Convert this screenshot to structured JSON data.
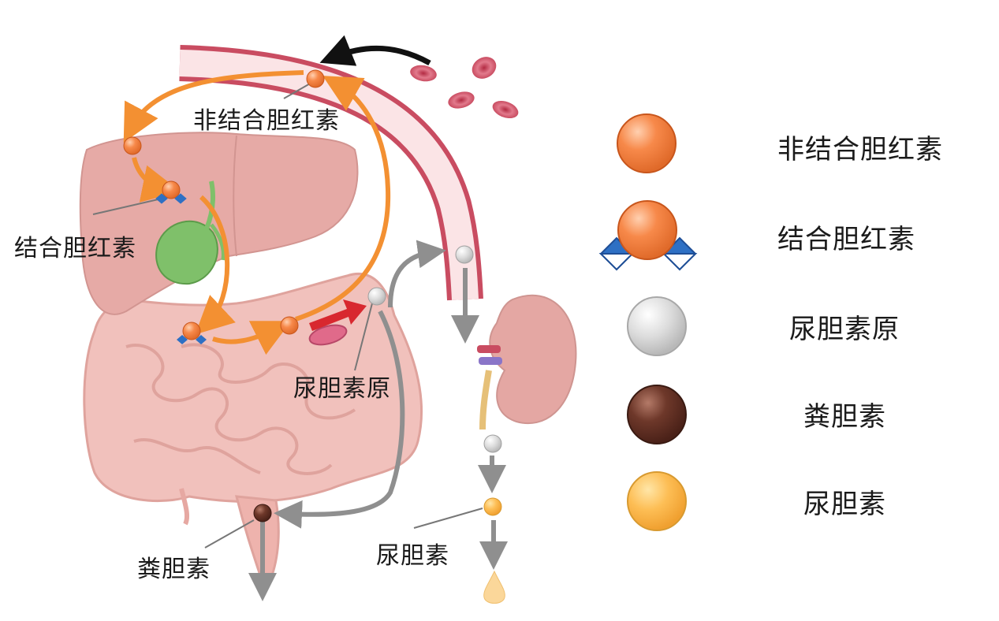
{
  "labels": {
    "unconjugated": "非结合胆红素",
    "conjugated": "结合胆红素",
    "urobilinogen": "尿胆素原",
    "stercobilin": "粪胆素",
    "urobilin": "尿胆素"
  },
  "legend": [
    {
      "label": "非结合胆红素",
      "color": "#f58a4a",
      "icon": "orange-sphere-icon"
    },
    {
      "label": "结合胆红素",
      "color": "#f58a4a",
      "icon": "orange-sphere-conjugated-icon"
    },
    {
      "label": "尿胆素原",
      "color": "#d8d8d8",
      "icon": "gray-sphere-icon"
    },
    {
      "label": "粪胆素",
      "color": "#6b3427",
      "icon": "brown-sphere-icon"
    },
    {
      "label": "尿胆素",
      "color": "#fdbd55",
      "icon": "yellow-sphere-icon"
    }
  ],
  "colors": {
    "vessel_wall": "#c94c61",
    "vessel_lumen": "#fbe4e6",
    "organ": "#e8a8a3",
    "orange_arrow": "#f39032",
    "gray_arrow": "#8f8f8f",
    "red_arrow": "#d8282f",
    "gallbladder": "#7fc06a",
    "blue_tag": "#2e70c4"
  }
}
